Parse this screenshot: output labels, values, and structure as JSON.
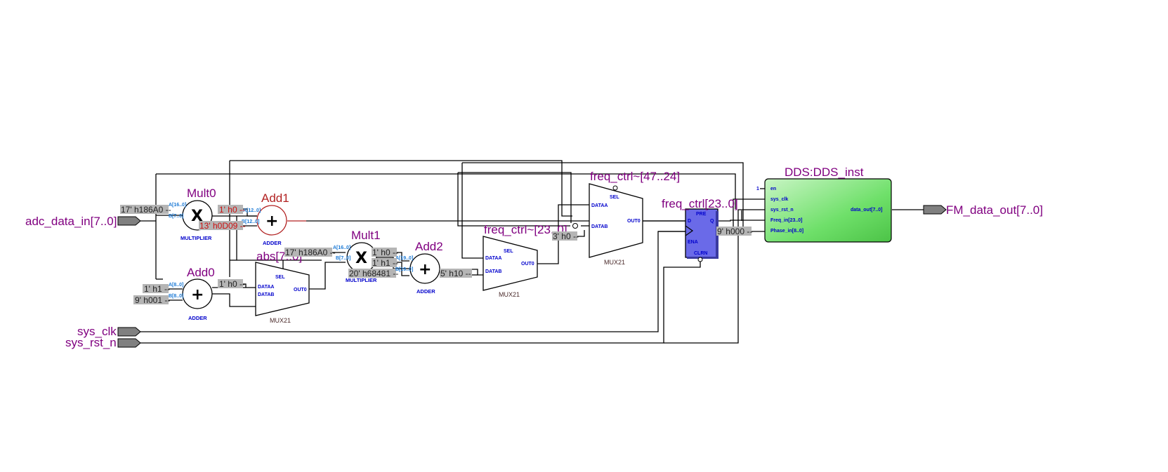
{
  "ports": {
    "adc_data_in": "adc_data_in[7..0]",
    "sys_clk": "sys_clk",
    "sys_rst_n": "sys_rst_n",
    "fm_data_out": "FM_data_out[7..0]"
  },
  "blocks": {
    "mult0": {
      "name": "Mult0",
      "type": "MULTIPLIER",
      "op": "X",
      "pin_a": "A[16..0]",
      "pin_b": "B[7..0]"
    },
    "add1": {
      "name": "Add1",
      "type": "ADDER",
      "op": "+",
      "pin_a": "A[12..0]",
      "pin_b": "B[12..0]"
    },
    "add0": {
      "name": "Add0",
      "type": "ADDER",
      "op": "+",
      "pin_a": "A[8..0]",
      "pin_b": "B[8..0]"
    },
    "abs": {
      "name": "abs[7..0]",
      "type": "MUX21",
      "sel": "SEL",
      "dataa": "DATAA",
      "datab": "DATAB",
      "out": "OUT0"
    },
    "mult1": {
      "name": "Mult1",
      "type": "MULTIPLIER",
      "op": "X",
      "pin_a": "A[16..0]",
      "pin_b": "B[7..0]"
    },
    "add2": {
      "name": "Add2",
      "type": "ADDER",
      "op": "+",
      "pin_a": "A[19..0]",
      "pin_b": "B[19..0]"
    },
    "mux_low": {
      "name": "freq_ctrl~[23..0]",
      "type": "MUX21",
      "sel": "SEL",
      "dataa": "DATAA",
      "datab": "DATAB",
      "out": "OUT0"
    },
    "mux_high": {
      "name": "freq_ctrl~[47..24]",
      "type": "MUX21",
      "sel": "SEL",
      "dataa": "DATAA",
      "datab": "DATAB",
      "out": "OUT0"
    },
    "ff": {
      "name": "freq_ctrl[23..0]",
      "pre": "PRE",
      "d": "D",
      "q": "Q",
      "ena": "ENA",
      "clrn": "CLRN"
    },
    "dds": {
      "name": "DDS:DDS_inst",
      "pins": [
        "en",
        "sys_clk",
        "sys_rst_n",
        "Freq_in[23..0]",
        "Phase_in[8..0]"
      ],
      "out_pin": "data_out[7..0]",
      "en_const": "1"
    }
  },
  "constants": {
    "c_mult0": "17' h186A0 --",
    "c_add1_a": "1' h0 --",
    "c_add1_b": "13' h0D09 --",
    "c_add0_a": "1' h1 --",
    "c_add0_b": "9' h001 --",
    "c_abs_sel": "1' h0 --",
    "c_mult1_a": "17' h186A0 --",
    "c_mult1_b": "20' h68481 --",
    "c_add2_a": "1' h0 --",
    "c_add2_b": "1' h1 --",
    "c_add2_out": "5' h10 --",
    "c_muxh": "3' h0 --",
    "c_phase": "9' h000 --"
  },
  "colors": {
    "instance_label": "#800080",
    "pin_label": "#0000cc",
    "red_path": "#b22222",
    "dds_fill": "#6fe06a",
    "ff_fill": "#6a6ae8",
    "const_box": "#b5b5b5"
  }
}
